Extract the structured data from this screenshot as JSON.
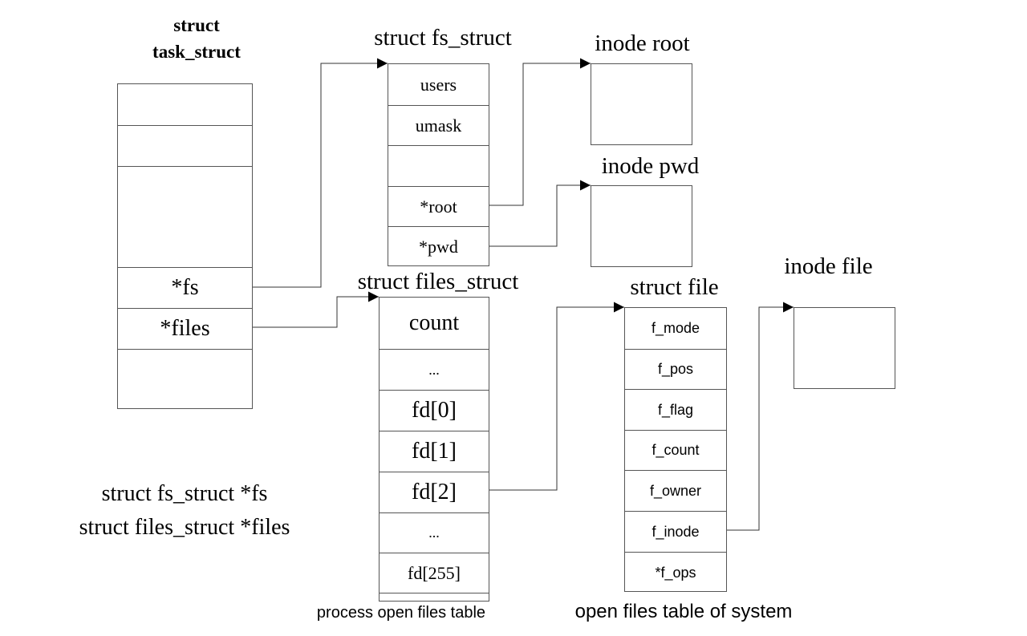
{
  "task_struct": {
    "title_line1": "struct",
    "title_line2": "task_struct",
    "fields": [
      "",
      "",
      "",
      "*fs",
      "*files",
      ""
    ]
  },
  "fs_struct": {
    "title": "struct fs_struct",
    "fields": [
      "users",
      "umask",
      "",
      "*root",
      "*pwd"
    ]
  },
  "inode_root": {
    "title": "inode root"
  },
  "inode_pwd": {
    "title": "inode pwd"
  },
  "files_struct": {
    "title": "struct files_struct",
    "fields": [
      "count",
      "...",
      "fd[0]",
      "fd[1]",
      "fd[2]",
      "...",
      "fd[255]",
      ""
    ],
    "caption": "process open files table"
  },
  "file": {
    "title": "struct file",
    "fields": [
      "f_mode",
      "f_pos",
      "f_flag",
      "f_count",
      "f_owner",
      "f_inode",
      "*f_ops"
    ],
    "caption": "open files table of system"
  },
  "inode_file": {
    "title": "inode file"
  },
  "notes": {
    "line1": "struct fs_struct *fs",
    "line2": "struct files_struct *files"
  }
}
